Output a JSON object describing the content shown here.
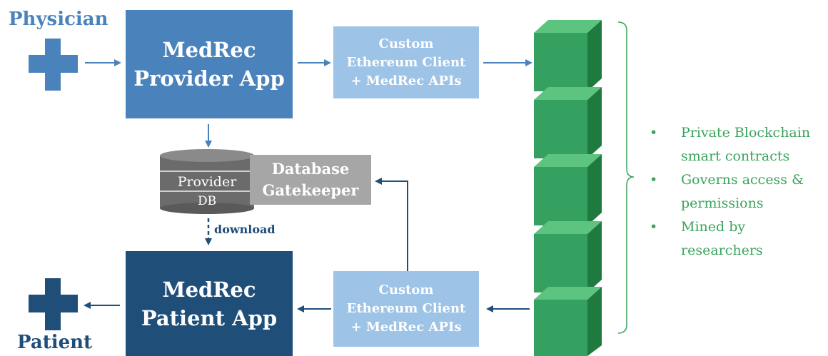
{
  "roles": {
    "physician": "Physician",
    "patient": "Patient"
  },
  "provider_app": {
    "line1": "MedRec",
    "line2": "Provider App"
  },
  "patient_app": {
    "line1": "MedRec",
    "line2": "Patient App"
  },
  "eth_client_top": {
    "line1": "Custom",
    "line2": "Ethereum Client",
    "line3": "+ MedRec APIs"
  },
  "eth_client_bottom": {
    "line1": "Custom",
    "line2": "Ethereum Client",
    "line3": "+ MedRec APIs"
  },
  "database": {
    "line1": "Provider",
    "line2": "DB"
  },
  "gatekeeper": {
    "line1": "Database",
    "line2": "Gatekeeper"
  },
  "download_label": "download",
  "blockchain_notes": [
    "Private Blockchain smart contracts",
    "Governs access & permissions",
    "Mined by researchers"
  ],
  "colors": {
    "provider_blue": "#4a82bb",
    "patient_navy": "#1f4e79",
    "client_light_blue": "#9dc3e6",
    "gatekeeper_gray": "#a6a6a6",
    "block_green": "#34a160",
    "note_green": "#3aa35c"
  },
  "icons": {
    "physician": "medical-cross-icon",
    "patient": "medical-cross-icon"
  }
}
